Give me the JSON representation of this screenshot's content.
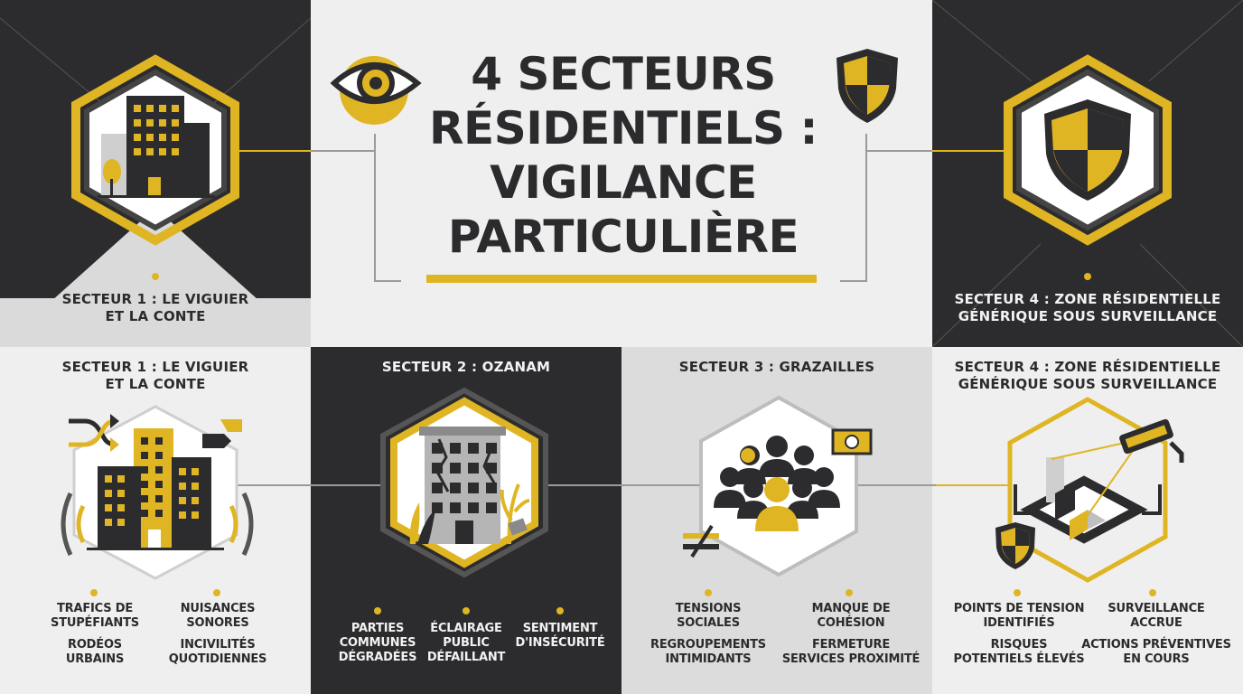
{
  "title": "4 SECTEURS RÉSIDENTIELS : VIGILANCE PARTICULIÈRE",
  "top": {
    "left_label": "SECTEUR 1 : LE VIGUIER\nET LA CONTE",
    "right_label": "SECTEUR 4 : ZONE RÉSIDENTIELLE\nGÉNÉRIQUE SOUS SURVEILLANCE"
  },
  "sectors": [
    {
      "name": "SECTEUR 1 : LE VIGUIER\nET LA CONTE",
      "points": [
        "TRAFICS DE\nSTUPÉFIANTS",
        "NUISANCES\nSONORES",
        "RODÉOS\nURBAINS",
        "INCIVILITÉS\nQUOTIDIENNES"
      ]
    },
    {
      "name": "SECTEUR 2 : OZANAM",
      "points": [
        "PARTIES\nCOMMUNES\nDÉGRADÉES",
        "ÉCLAIRAGE\nPUBLIC\nDÉFAILLANT",
        "SENTIMENT\nD'INSÉCURITÉ"
      ]
    },
    {
      "name": "SECTEUR 3 : GRAZAILLES",
      "points": [
        "TENSIONS\nSOCIALES",
        "MANQUE DE\nCOHÉSION",
        "REGROUPEMENTS\nINTIMIDANTS",
        "FERMETURE\nSERVICES PROXIMITÉ"
      ]
    },
    {
      "name": "SECTEUR 4 : ZONE RÉSIDENTIELLE\nGÉNÉRIQUE SOUS SURVEILLANCE",
      "points": [
        "POINTS DE TENSION\nIDENTIFIÉS",
        "SURVEILLANCE\nACCRUE",
        "RISQUES\nPOTENTIELS ÉLEVÉS",
        "ACTIONS PRÉVENTIVES\nEN COURS"
      ]
    }
  ],
  "colors": {
    "dark": "#2c2c2e",
    "yellow": "#e0b523",
    "light": "#efefef",
    "mid": "#dcdcdc"
  },
  "icons": [
    "eye-icon",
    "shield-icon",
    "building-icon",
    "deteriorated-building-icon",
    "crowd-icon",
    "camera-icon",
    "money-icon",
    "not-equal-icon",
    "shuffle-icon",
    "sound-icon"
  ]
}
